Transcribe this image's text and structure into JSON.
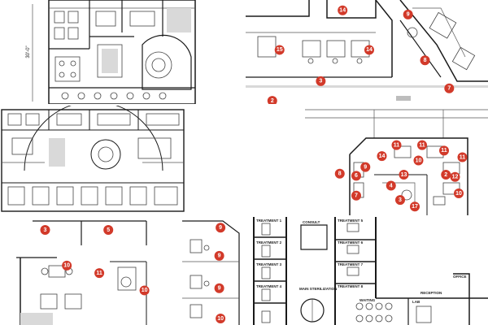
{
  "panels": [
    {
      "id": "top-left",
      "dimension_label": "30'-0\"",
      "markers": []
    },
    {
      "id": "top-right",
      "markers": [
        {
          "num": "14",
          "rx": 0.4,
          "ry": 0.1
        },
        {
          "num": "9",
          "rx": 0.67,
          "ry": 0.14
        },
        {
          "num": "15",
          "rx": 0.14,
          "ry": 0.48
        },
        {
          "num": "14",
          "rx": 0.51,
          "ry": 0.48
        },
        {
          "num": "8",
          "rx": 0.74,
          "ry": 0.58
        },
        {
          "num": "3",
          "rx": 0.31,
          "ry": 0.78
        },
        {
          "num": "7",
          "rx": 0.84,
          "ry": 0.85
        },
        {
          "num": "2",
          "rx": 0.11,
          "ry": 0.97
        }
      ]
    },
    {
      "id": "middle-left",
      "markers": []
    },
    {
      "id": "middle-right",
      "markers": [
        {
          "num": "11",
          "rx": 0.5,
          "ry": 0.36
        },
        {
          "num": "11",
          "rx": 0.64,
          "ry": 0.36
        },
        {
          "num": "11",
          "rx": 0.76,
          "ry": 0.41
        },
        {
          "num": "11",
          "rx": 0.86,
          "ry": 0.47
        },
        {
          "num": "14",
          "rx": 0.42,
          "ry": 0.46
        },
        {
          "num": "10",
          "rx": 0.62,
          "ry": 0.5
        },
        {
          "num": "9",
          "rx": 0.33,
          "ry": 0.56
        },
        {
          "num": "6",
          "rx": 0.28,
          "ry": 0.64
        },
        {
          "num": "13",
          "rx": 0.54,
          "ry": 0.63
        },
        {
          "num": "12",
          "rx": 0.82,
          "ry": 0.65
        },
        {
          "num": "2",
          "rx": 0.77,
          "ry": 0.63
        },
        {
          "num": "4",
          "rx": 0.47,
          "ry": 0.73
        },
        {
          "num": "7",
          "rx": 0.28,
          "ry": 0.82
        },
        {
          "num": "3",
          "rx": 0.52,
          "ry": 0.86
        },
        {
          "num": "17",
          "rx": 0.6,
          "ry": 0.92
        },
        {
          "num": "10",
          "rx": 0.84,
          "ry": 0.8
        },
        {
          "num": "8",
          "rx": 0.19,
          "ry": 0.62
        }
      ]
    },
    {
      "id": "bottom-left",
      "markers": [
        {
          "num": "3",
          "rx": 0.25,
          "ry": 0.12
        },
        {
          "num": "5",
          "rx": 0.6,
          "ry": 0.12
        },
        {
          "num": "10",
          "rx": 0.37,
          "ry": 0.45
        },
        {
          "num": "11",
          "rx": 0.55,
          "ry": 0.52
        },
        {
          "num": "10",
          "rx": 0.8,
          "ry": 0.68
        }
      ]
    },
    {
      "id": "bottom-mid",
      "markers": [
        {
          "num": "9",
          "rx": 0.62,
          "ry": 0.1
        },
        {
          "num": "9",
          "rx": 0.6,
          "ry": 0.36
        },
        {
          "num": "9",
          "rx": 0.6,
          "ry": 0.66
        },
        {
          "num": "10",
          "rx": 0.62,
          "ry": 0.94
        }
      ]
    },
    {
      "id": "bottom-right",
      "room_labels": [
        "TREATMENT 1",
        "TREATMENT 2",
        "TREATMENT 3",
        "TREATMENT 4",
        "TREATMENT 5",
        "TREATMENT 6",
        "TREATMENT 7",
        "TREATMENT 8",
        "MAIN STERILIZATION",
        "CONSULT",
        "LAB",
        "WAITING",
        "RECEPTION",
        "OFFICE"
      ],
      "markers": []
    }
  ],
  "colors": {
    "marker": "#d23a2a",
    "line": "#1a1a1a",
    "hatch": "#d9d9d9"
  }
}
